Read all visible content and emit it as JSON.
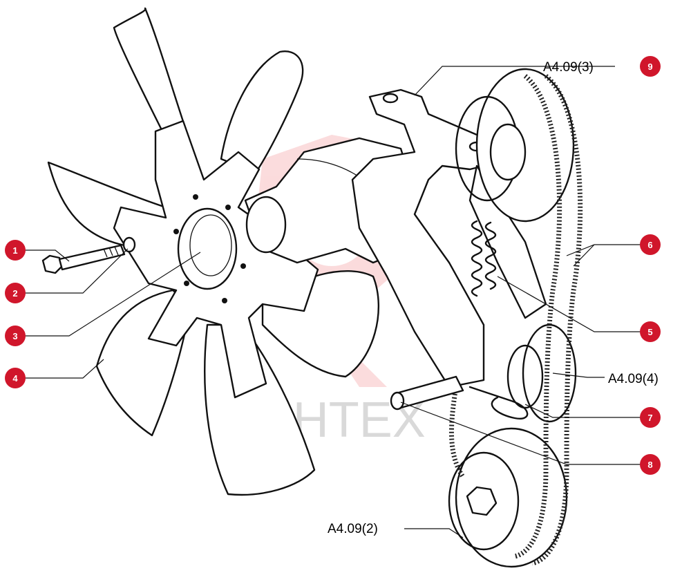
{
  "watermark": {
    "text": "ИНТЕХ",
    "color": "#e8262d"
  },
  "callouts": [
    {
      "id": "1",
      "label": "1"
    },
    {
      "id": "2",
      "label": "2"
    },
    {
      "id": "3",
      "label": "3"
    },
    {
      "id": "4",
      "label": "4"
    },
    {
      "id": "5",
      "label": "5"
    },
    {
      "id": "6",
      "label": "6"
    },
    {
      "id": "7",
      "label": "7"
    },
    {
      "id": "8",
      "label": "8"
    },
    {
      "id": "9",
      "label": "9"
    }
  ],
  "references": {
    "top": "A4.09(3)",
    "right": "A4.09(4)",
    "bottom": "A4.09(2)"
  },
  "colors": {
    "bubble": "#d0162b",
    "ink": "#111111"
  }
}
